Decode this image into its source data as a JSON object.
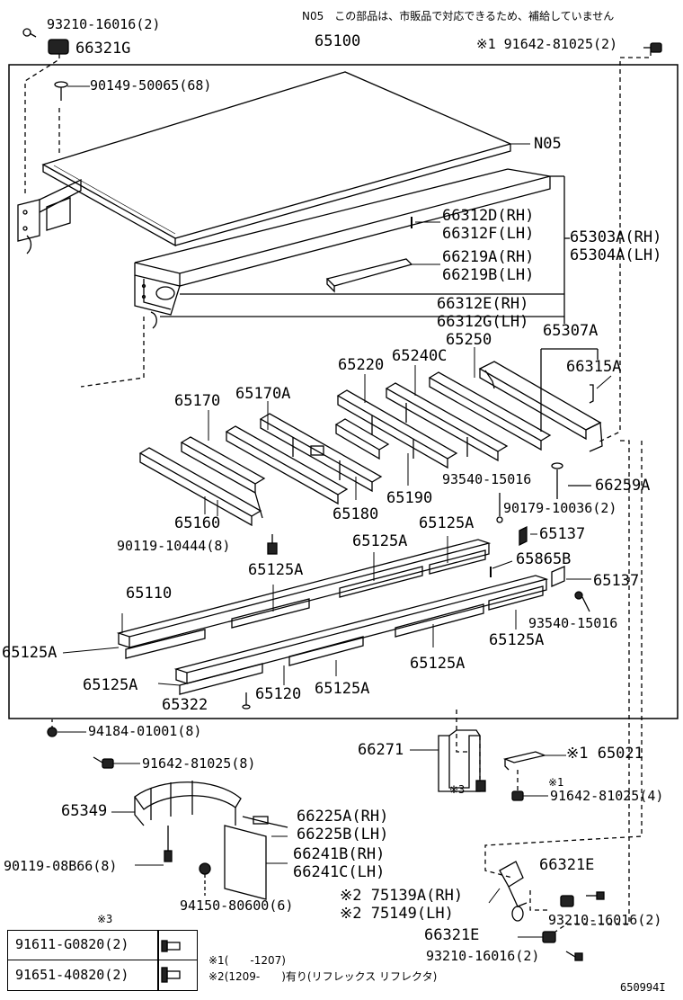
{
  "note_top": "N05　この部品は、市販品で対応できるため、補給していません",
  "labels": {
    "p93210_top": "93210-16016(2)",
    "p66321G": "66321G",
    "p65100": "65100",
    "p91642_top": "※1 91642-81025(2)",
    "p90149": "90149-50065(68)",
    "pN05": "N05",
    "p66312D": "66312D(RH)",
    "p66312F": "66312F(LH)",
    "p65303A": "65303A(RH)",
    "p65304A": "65304A(LH)",
    "p66219A": "66219A(RH)",
    "p66219B": "66219B(LH)",
    "p66312E": "66312E(RH)",
    "p66312G": "66312G(LH)",
    "p65307A": "65307A",
    "p65250": "65250",
    "p65220": "65220",
    "p65240C": "65240C",
    "p66315A": "66315A",
    "p65170": "65170",
    "p65170A": "65170A",
    "p93540_a": "93540-15016",
    "p66259A": "66259A",
    "p65190": "65190",
    "p90179": "90179-10036(2)",
    "p65180": "65180",
    "p65160": "65160",
    "p65125A_1": "65125A",
    "p65137_a": "65137",
    "p90119_10444": "90119-10444(8)",
    "p65125A_2": "65125A",
    "p65125A_3": "65125A",
    "p65865B": "65865B",
    "p65110": "65110",
    "p65137_b": "65137",
    "p93540_b": "93540-15016",
    "p65125A_4": "65125A",
    "p65125A_5": "65125A",
    "p65125A_6": "65125A",
    "p65125A_7": "65125A",
    "p65125A_8": "65125A",
    "p65322": "65322",
    "p65120": "65120",
    "p94184": "94184-01001(8)",
    "p91642_8": "91642-81025(8)",
    "p66271": "66271",
    "p65021": "※1 65021",
    "p3mark": "※3",
    "p1mark": "※1",
    "p91642_4": "91642-81025(4)",
    "p65349": "65349",
    "p66225A": "66225A(RH)",
    "p66225B": "66225B(LH)",
    "p66241B": "66241B(RH)",
    "p66241C": "66241C(LH)",
    "p90119_08B66": "90119-08B66(8)",
    "p94150": "94150-80600(6)",
    "p66321E_a": "66321E",
    "p75139A": "※2 75139A(RH)",
    "p75149": "※2 75149(LH)",
    "p93210_b": "93210-16016(2)",
    "p66321E_b": "66321E",
    "p93210_c": "93210-16016(2)",
    "legend_mark": "※3",
    "legend_row1": "91611-G0820(2)",
    "legend_row2": "91651-40820(2)",
    "footnote1": "※1(　　-1207)",
    "footnote2": "※2(1209-　　)有り(リフレックス リフレクタ)",
    "diagram_id": "650994I"
  }
}
